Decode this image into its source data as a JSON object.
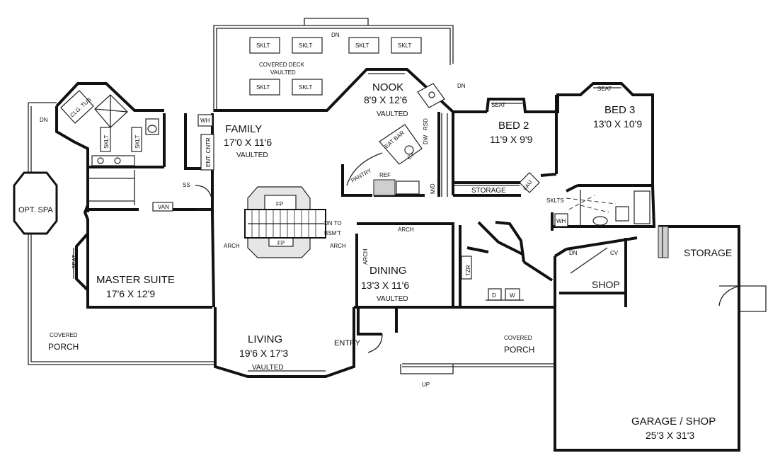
{
  "rooms": {
    "family": {
      "name": "FAMILY",
      "dims": "17'0 X 11'6",
      "note": "VAULTED"
    },
    "nook": {
      "name": "NOOK",
      "dims": "8'9 X 12'6",
      "note": "VAULTED"
    },
    "bed2": {
      "name": "BED 2",
      "dims": "11'9 X 9'9"
    },
    "bed3": {
      "name": "BED 3",
      "dims": "13'0 X 10'9"
    },
    "master": {
      "name": "MASTER SUITE",
      "dims": "17'6 X 12'9"
    },
    "dining": {
      "name": "DINING",
      "dims": "13'3 X 11'6",
      "note": "VAULTED"
    },
    "living": {
      "name": "LIVING",
      "dims": "19'6 X 17'3",
      "note": "VAULTED"
    },
    "garage": {
      "name": "GARAGE / SHOP",
      "dims": "25'3 X 31'3"
    },
    "shop": {
      "name": "SHOP"
    },
    "storage_garage": {
      "name": "STORAGE"
    },
    "storage_hall": {
      "name": "STORAGE"
    },
    "spa": {
      "name": "OPT. SPA"
    },
    "covered_deck": {
      "line1": "COVERED DECK",
      "line2": "VAULTED"
    },
    "covered_porch_left": {
      "line1": "COVERED",
      "line2": "PORCH"
    },
    "covered_porch_front": {
      "line1": "COVERED",
      "line2": "PORCH"
    },
    "entry": {
      "name": "ENTRY"
    }
  },
  "labels": {
    "sklt": "SKLT",
    "skylights": "SKLTS",
    "dn": "DN",
    "up": "UP",
    "seat": "SEAT",
    "wh": "WH",
    "ent_ctr": "ENT. CNTR",
    "ss": "SS",
    "van": "VAN",
    "fp": "FP",
    "dn_to_bsmt": [
      "DN TO",
      "BSM'T",
      "ARCH"
    ],
    "arch": "ARCH",
    "pantry": "PANTRY",
    "ref": "REF",
    "eat_bar": "EAT BAR",
    "ct": "CT",
    "rsd": "RSD",
    "dw": "DW",
    "md": "M/D",
    "fau": "FAU",
    "cv": "CV",
    "d": "D",
    "w": "W",
    "clg_tub": "CLG. TUB",
    "tzr": "TZR"
  }
}
